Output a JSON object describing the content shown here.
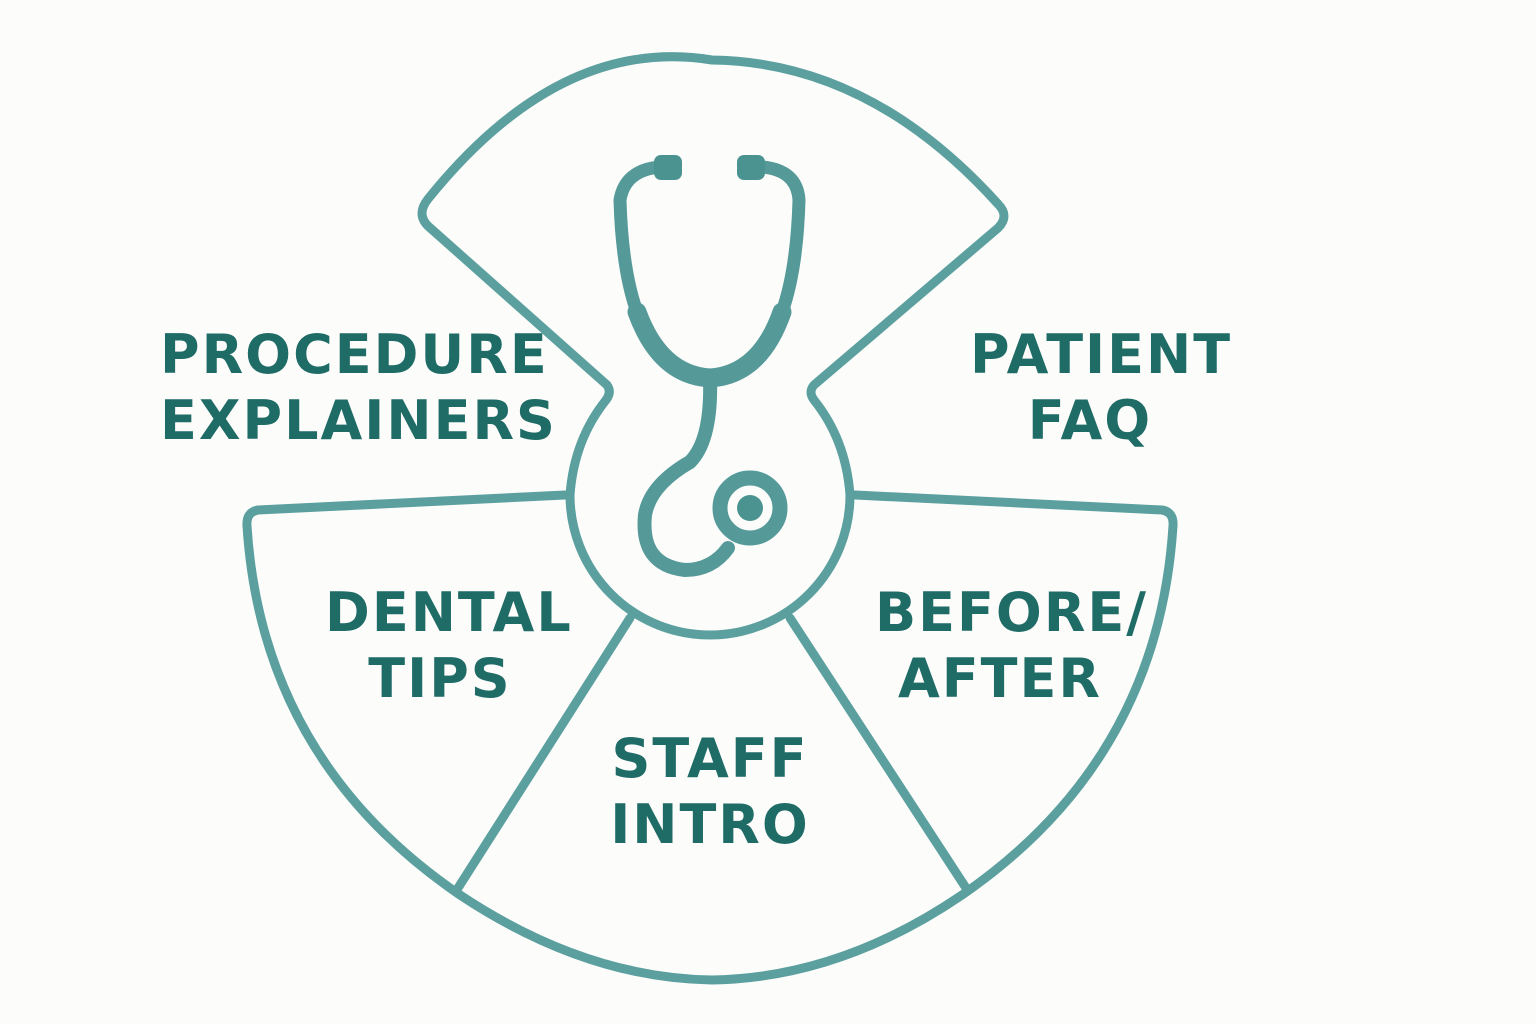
{
  "colors": {
    "outline": "#5ba09f",
    "text": "#1f6b66",
    "background": "#fcfcfb",
    "icon": "#559a98"
  },
  "center_icon": "stethoscope-icon",
  "segments": [
    {
      "id": "procedure-explainers",
      "line1": "PROCEDURE",
      "line2": "EXPLAINERS"
    },
    {
      "id": "patient-faq",
      "line1": "PATIENT",
      "line2": "FAQ"
    },
    {
      "id": "dental-tips",
      "line1": "DENTAL",
      "line2": "TIPS"
    },
    {
      "id": "staff-intro",
      "line1": "STAFF",
      "line2": "INTRO"
    },
    {
      "id": "before-after",
      "line1": "BEFORE/",
      "line2": "AFTER"
    }
  ]
}
